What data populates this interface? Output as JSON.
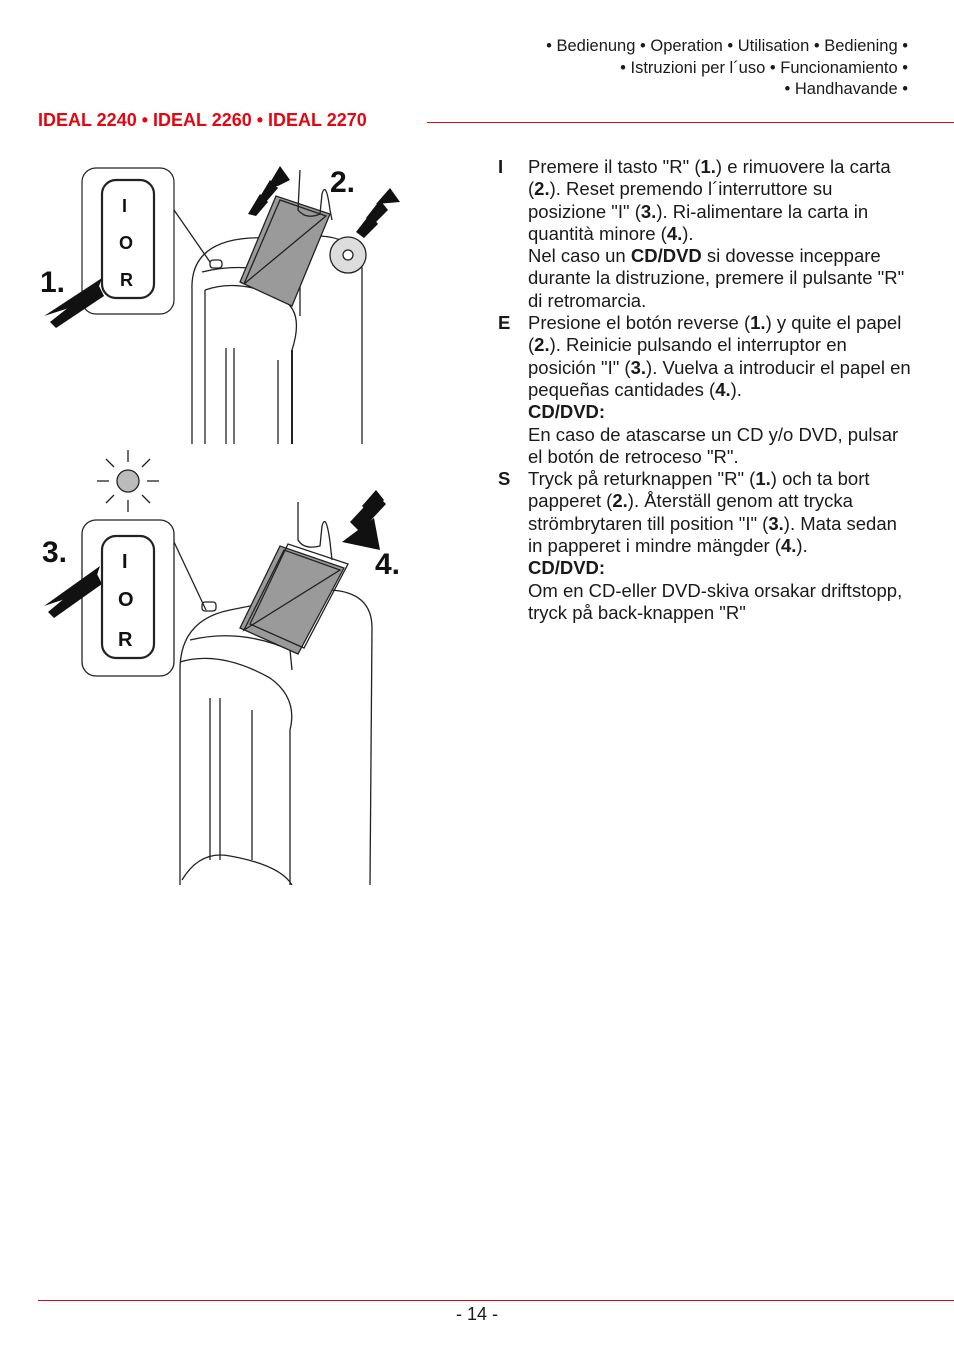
{
  "header": {
    "nav_lines": [
      "• Bedienung • Operation • Utilisation • Bediening •",
      "• Istruzioni per l´uso • Funcionamiento •",
      "• Handhavande •"
    ],
    "title": "IDEAL 2240 • IDEAL 2260 • IDEAL 2270",
    "accent_color": "#e30613"
  },
  "illustration": {
    "step_labels": [
      "1.",
      "2.",
      "3.",
      "4."
    ],
    "switch_top": [
      "I",
      "O",
      "R"
    ],
    "switch_bottom": [
      "I",
      "O",
      "R"
    ],
    "icons": [
      "shredder-icon",
      "paper-stack-icon",
      "cd-icon",
      "hand-icon",
      "arrow-icon",
      "indicator-light-icon"
    ]
  },
  "instructions": [
    {
      "lang": "I",
      "p1a": "Premere il tasto \"R\" (",
      "p1b": "1.",
      "p1c": ") e rimuovere la carta (",
      "p1d": "2.",
      "p1e": "). Reset premendo l´interruttore su posizione \"I\" (",
      "p1f": "3.",
      "p1g": "). Ri-alimentare la carta in quantità minore (",
      "p1h": "4.",
      "p1i": ").",
      "p2a": "Nel caso un ",
      "p2b": "CD/DVD",
      "p2c": " si dovesse inceppare durante la distruzione, premere il pulsante \"R\" di retromarcia."
    },
    {
      "lang": "E",
      "p1a": "Presione el botón reverse (",
      "p1b": "1.",
      "p1c": ") y quite el papel (",
      "p1d": "2.",
      "p1e": "). Reinicie pulsando el interruptor en posición \"I\" (",
      "p1f": "3.",
      "p1g": "). Vuelva a introducir el papel en pequeñas cantidades (",
      "p1h": "4.",
      "p1i": ").",
      "cd_heading": "CD/DVD:",
      "p2": "En caso de atascarse un CD y/o DVD, pulsar el botón de retroceso \"R\"."
    },
    {
      "lang": "S",
      "p1a": "Tryck på returknappen \"R\" (",
      "p1b": "1.",
      "p1c": ")  och ta bort papperet (",
      "p1d": "2.",
      "p1e": "). Återställ genom att trycka strömbrytaren till position \"I\" (",
      "p1f": "3.",
      "p1g": "). Mata sedan in papperet i mindre mängder (",
      "p1h": "4.",
      "p1i": ").",
      "cd_heading": "CD/DVD:",
      "p2": "Om en CD-eller DVD-skiva orsakar driftstopp, tryck på back-knappen \"R\""
    }
  ],
  "footer": {
    "page_number": "- 14 -"
  }
}
